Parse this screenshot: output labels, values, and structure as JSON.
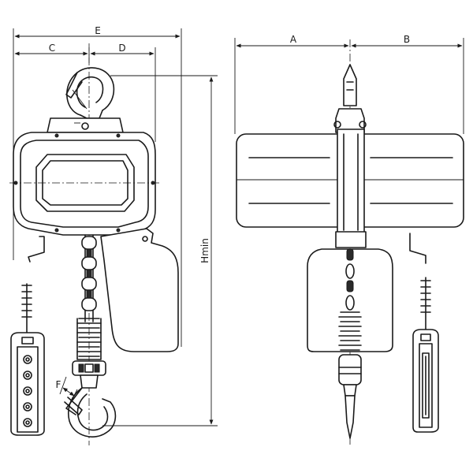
{
  "dimensions": {
    "e": "E",
    "c": "C",
    "d": "D",
    "a": "A",
    "b": "B",
    "f": "F",
    "hmin": "Hmin"
  }
}
